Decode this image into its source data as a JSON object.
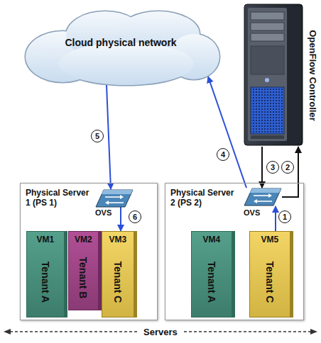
{
  "diagram": {
    "nodes": [
      {
        "text": [
          "Cloud physical network"
        ]
      },
      {
        "text": [
          "OpenFlow Controller"
        ]
      },
      {
        "text": [
          "Physical Server 1 (PS 1)"
        ]
      },
      {
        "text": [
          "OVS"
        ],
        "in": 2
      },
      {
        "text": [
          "VM1",
          "Tenant A"
        ],
        "in": 2
      },
      {
        "text": [
          "VM2",
          "Tenant B"
        ],
        "in": 2
      },
      {
        "text": [
          "VM3",
          "Tenant C"
        ],
        "in": 2
      },
      {
        "text": [
          "Physical Server 2 (PS 2)"
        ]
      },
      {
        "text": [
          "OVS"
        ],
        "in": 7
      },
      {
        "text": [
          "VM4",
          "Tenant A"
        ],
        "in": 7
      },
      {
        "text": [
          "VM5",
          "Tenant C"
        ],
        "in": 7
      }
    ],
    "edges": [
      {
        "from": 10,
        "to": 8,
        "label": "1",
        "arrow": "to"
      },
      {
        "from": 8,
        "to": 1,
        "label": "2",
        "arrow": "to"
      },
      {
        "from": 1,
        "to": 8,
        "label": "3",
        "arrow": "to"
      },
      {
        "from": 8,
        "to": 0,
        "label": "4",
        "arrow": "to"
      },
      {
        "from": 0,
        "to": 3,
        "label": "5",
        "arrow": "to"
      },
      {
        "from": 3,
        "to": 6,
        "label": "6",
        "arrow": "to"
      }
    ],
    "labels": [
      "Servers"
    ]
  }
}
